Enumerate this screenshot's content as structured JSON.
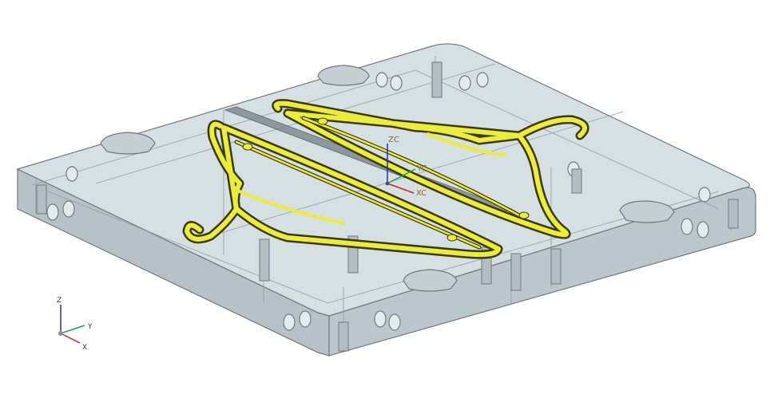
{
  "viewport": {
    "background": "#ffffff",
    "plate_fill": "#c9d3d8",
    "plate_edge": "#6f7a80",
    "part_color": "#ecec3a",
    "part_edge": "#3a3a10"
  },
  "wcs_triad": {
    "z_label": "ZC",
    "y_label": "YC",
    "x_label": "XC",
    "z_color": "#1d2fc0",
    "y_color": "#1aa05a",
    "x_color": "#d02020"
  },
  "view_triad": {
    "z_label": "Z",
    "y_label": "Y",
    "x_label": "X",
    "z_color": "#1d2fc0",
    "y_color": "#1aa05a",
    "x_color": "#d02020"
  }
}
